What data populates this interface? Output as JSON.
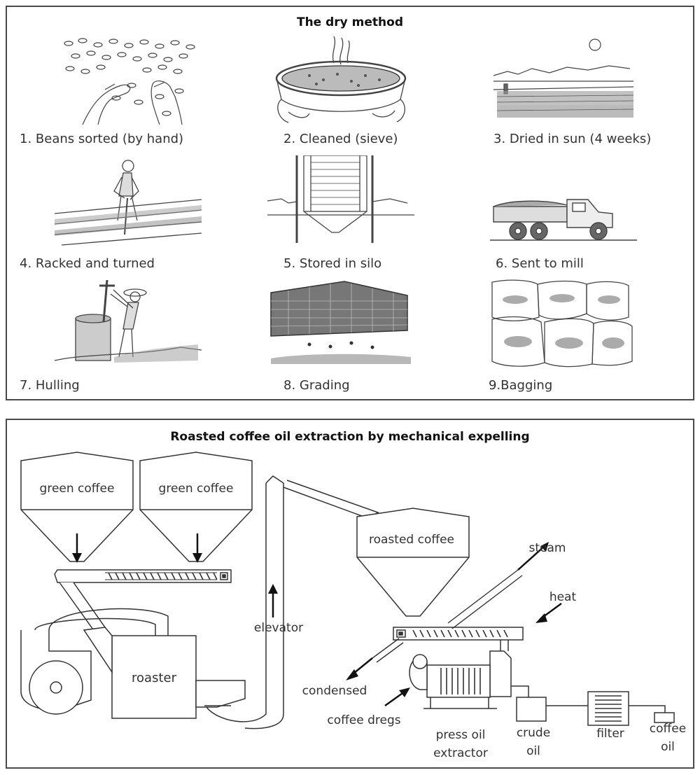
{
  "dry_method": {
    "title": "The dry method",
    "steps": [
      {
        "label": "1. Beans sorted (by hand)",
        "icon": "hands-sorting-beans-icon"
      },
      {
        "label": "2. Cleaned (sieve)",
        "icon": "sieve-icon"
      },
      {
        "label": "3. Dried in sun (4 weeks)",
        "icon": "sun-drying-field-icon"
      },
      {
        "label": "4. Racked and turned",
        "icon": "worker-raking-icon"
      },
      {
        "label": "5. Stored in silo",
        "icon": "silo-icon"
      },
      {
        "label": "6. Sent to mill",
        "icon": "truck-icon"
      },
      {
        "label": "7. Hulling",
        "icon": "worker-hulling-icon"
      },
      {
        "label": "8. Grading",
        "icon": "grading-screen-icon"
      },
      {
        "label": "9.Bagging",
        "icon": "sacks-icon"
      }
    ]
  },
  "oil_extraction": {
    "title": "Roasted coffee oil extraction by mechanical expelling",
    "labels": {
      "green_coffee_1": "green coffee",
      "green_coffee_2": "green coffee",
      "roasted_coffee": "roasted coffee",
      "elevator": "elevator",
      "roaster": "roaster",
      "steam": "steam",
      "heat": "heat",
      "condensed": "condensed",
      "coffee_dregs": "coffee dregs",
      "press_oil_line1": "press oil",
      "press_oil_line2": "extractor",
      "crude_oil_line1": "crude",
      "crude_oil_line2": "oil",
      "filter": "filter",
      "coffee_oil_line1": "coffee",
      "coffee_oil_line2": "oil"
    }
  }
}
